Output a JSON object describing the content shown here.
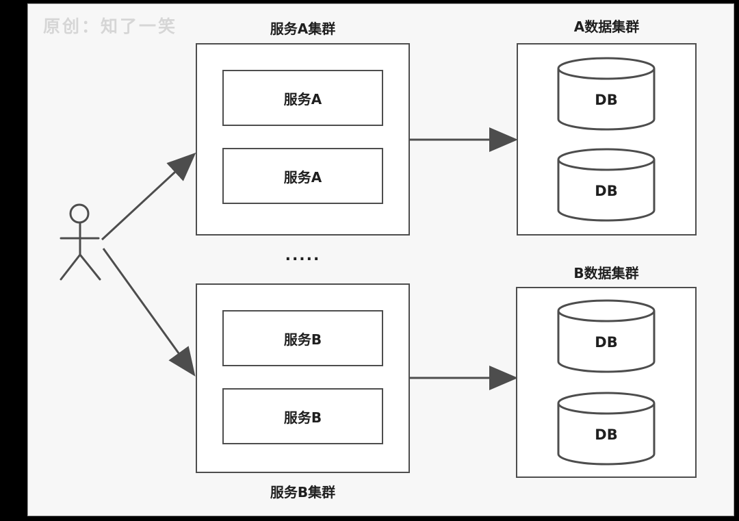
{
  "colors": {
    "page_bg": "#000000",
    "canvas_bg": "#f7f7f7",
    "node_fill": "#ffffff",
    "line": "#4d4d4d",
    "text": "#1f1f1f",
    "watermark": "#d6d6d6",
    "canvas_border": "#a0a0a0"
  },
  "watermark": "原创：知了一笑",
  "diagram": {
    "actor": "user-stick-figure",
    "ellipsis": ".....",
    "service_cluster_a": {
      "title": "服务A集群",
      "nodes": [
        "服务A",
        "服务A"
      ]
    },
    "service_cluster_b": {
      "title": "服务B集群",
      "nodes": [
        "服务B",
        "服务B"
      ]
    },
    "data_cluster_a": {
      "title": "A数据集群",
      "nodes": [
        "DB",
        "DB"
      ]
    },
    "data_cluster_b": {
      "title": "B数据集群",
      "nodes": [
        "DB",
        "DB"
      ]
    },
    "connections": [
      {
        "from": "user",
        "to": "service_cluster_a"
      },
      {
        "from": "user",
        "to": "service_cluster_b"
      },
      {
        "from": "service_cluster_a",
        "to": "data_cluster_a"
      },
      {
        "from": "service_cluster_b",
        "to": "data_cluster_b"
      }
    ]
  }
}
